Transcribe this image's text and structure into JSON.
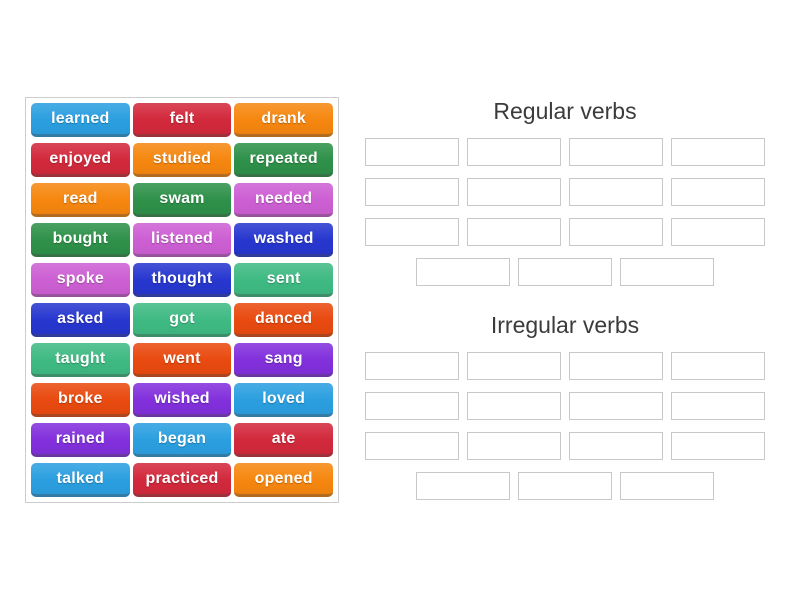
{
  "palette": {
    "blue": "#2b9fe0",
    "crimson": "#d2293c",
    "orange": "#f6870f",
    "green": "#2e9149",
    "orchid": "#cd5fd3",
    "royal": "#2737cf",
    "emerald": "#3fba83",
    "orangered": "#e94a0f",
    "violet": "#8230dc"
  },
  "word_bank": {
    "tiles": [
      {
        "label": "learned",
        "color": "blue"
      },
      {
        "label": "felt",
        "color": "crimson"
      },
      {
        "label": "drank",
        "color": "orange"
      },
      {
        "label": "enjoyed",
        "color": "crimson"
      },
      {
        "label": "studied",
        "color": "orange"
      },
      {
        "label": "repeated",
        "color": "green"
      },
      {
        "label": "read",
        "color": "orange"
      },
      {
        "label": "swam",
        "color": "green"
      },
      {
        "label": "needed",
        "color": "orchid"
      },
      {
        "label": "bought",
        "color": "green"
      },
      {
        "label": "listened",
        "color": "orchid"
      },
      {
        "label": "washed",
        "color": "royal"
      },
      {
        "label": "spoke",
        "color": "orchid"
      },
      {
        "label": "thought",
        "color": "royal"
      },
      {
        "label": "sent",
        "color": "emerald"
      },
      {
        "label": "asked",
        "color": "royal"
      },
      {
        "label": "got",
        "color": "emerald"
      },
      {
        "label": "danced",
        "color": "orangered"
      },
      {
        "label": "taught",
        "color": "emerald"
      },
      {
        "label": "went",
        "color": "orangered"
      },
      {
        "label": "sang",
        "color": "violet"
      },
      {
        "label": "broke",
        "color": "orangered"
      },
      {
        "label": "wished",
        "color": "violet"
      },
      {
        "label": "loved",
        "color": "blue"
      },
      {
        "label": "rained",
        "color": "violet"
      },
      {
        "label": "began",
        "color": "blue"
      },
      {
        "label": "ate",
        "color": "crimson"
      },
      {
        "label": "talked",
        "color": "blue"
      },
      {
        "label": "practiced",
        "color": "crimson"
      },
      {
        "label": "opened",
        "color": "orange"
      }
    ]
  },
  "groups": [
    {
      "title": "Regular verbs",
      "slot_count": 15
    },
    {
      "title": "Irregular verbs",
      "slot_count": 15
    }
  ]
}
